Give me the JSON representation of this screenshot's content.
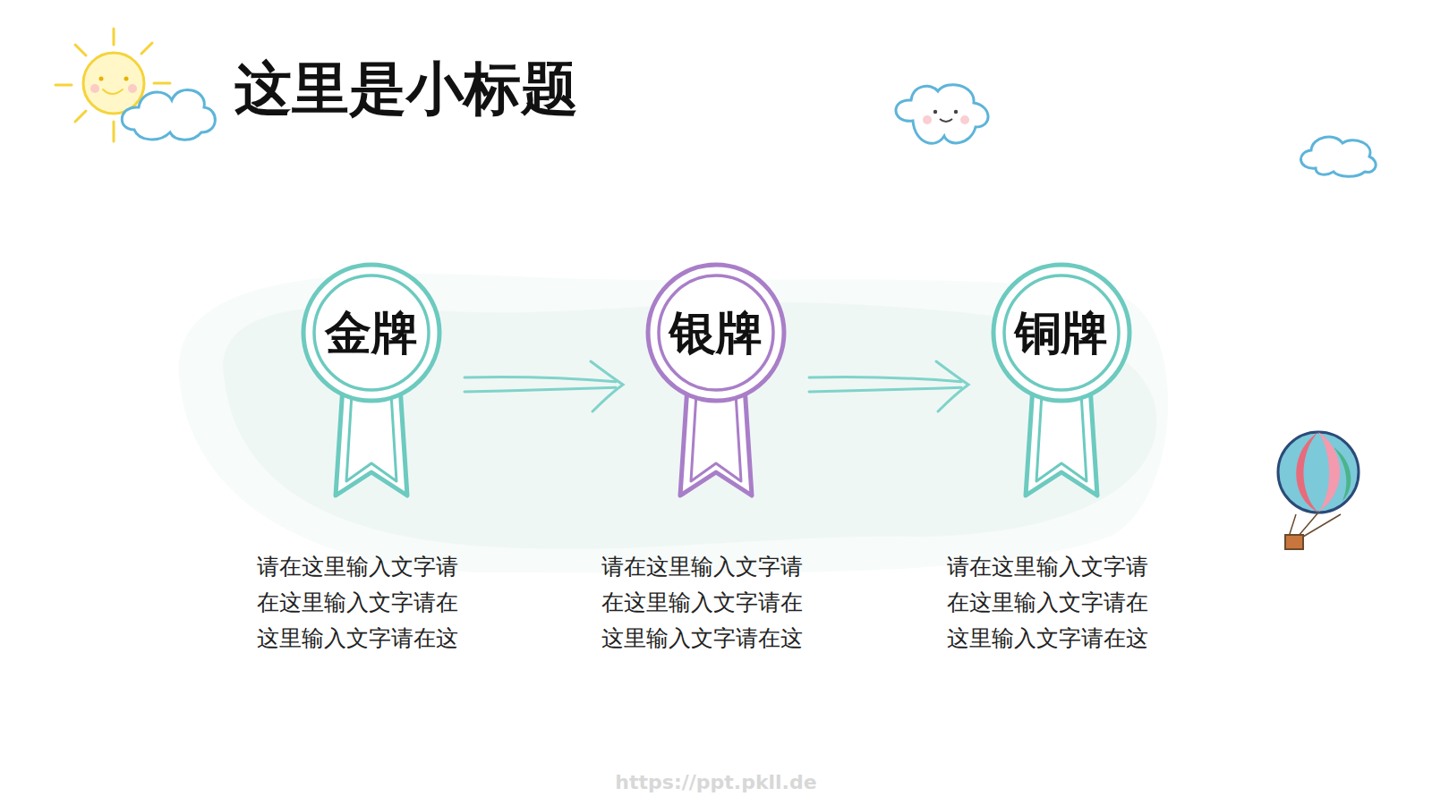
{
  "diagram": {
    "title": "这里是小标题",
    "nodes": [
      {
        "text": [
          "金牌",
          "请在这里输入文字请 在这里输入文字请在 这里输入文字请在这"
        ]
      },
      {
        "text": [
          "银牌",
          "请在这里输入文字请 在这里输入文字请在 这里输入文字请在这"
        ]
      },
      {
        "text": [
          "铜牌",
          "请在这里输入文字请 在这里输入文字请在 这里输入文字请在这"
        ]
      }
    ],
    "edges": [
      {
        "from": 0,
        "to": 1,
        "arrow": "to"
      },
      {
        "from": 1,
        "to": 2,
        "arrow": "to"
      }
    ],
    "labels": [
      "https://ppt.pkll.de"
    ]
  }
}
